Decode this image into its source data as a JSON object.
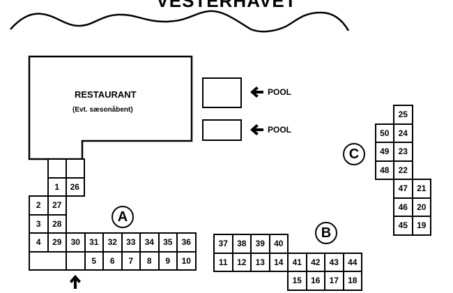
{
  "title": "VESTERHAVET",
  "restaurant": {
    "name": "RESTAURANT",
    "note": "(Evt. sæsonåbent)"
  },
  "pools": [
    {
      "label": "POOL"
    },
    {
      "label": "POOL"
    }
  ],
  "sections": [
    {
      "label": "A"
    },
    {
      "label": "B"
    },
    {
      "label": "C"
    }
  ],
  "icons": {
    "pool_arrow": "arrow-left-icon",
    "entrance_arrow": "arrow-up-icon"
  },
  "plots": {
    "a_col1": [
      "",
      "1",
      "27",
      "28",
      "29"
    ],
    "a_col0": [
      "2",
      "3",
      "4"
    ],
    "a_col2": [
      "",
      "26"
    ],
    "a_row_top": [
      "30",
      "31",
      "32",
      "33",
      "34",
      "35",
      "36"
    ],
    "a_row_bottom": [
      "",
      "",
      "5",
      "6",
      "7",
      "8",
      "9",
      "10"
    ],
    "b_row_top": [
      "37",
      "38",
      "39",
      "40"
    ],
    "b_row_mid": [
      "11",
      "12",
      "13",
      "14",
      "41",
      "42",
      "43",
      "44"
    ],
    "b_row_bottom": [
      "15",
      "16",
      "17",
      "18"
    ],
    "c_col_left": [
      "50",
      "49",
      "48"
    ],
    "c_col_mid": [
      "25",
      "24",
      "23",
      "22",
      "47",
      "46",
      "45"
    ],
    "c_col_right": [
      "21",
      "20",
      "19"
    ]
  }
}
